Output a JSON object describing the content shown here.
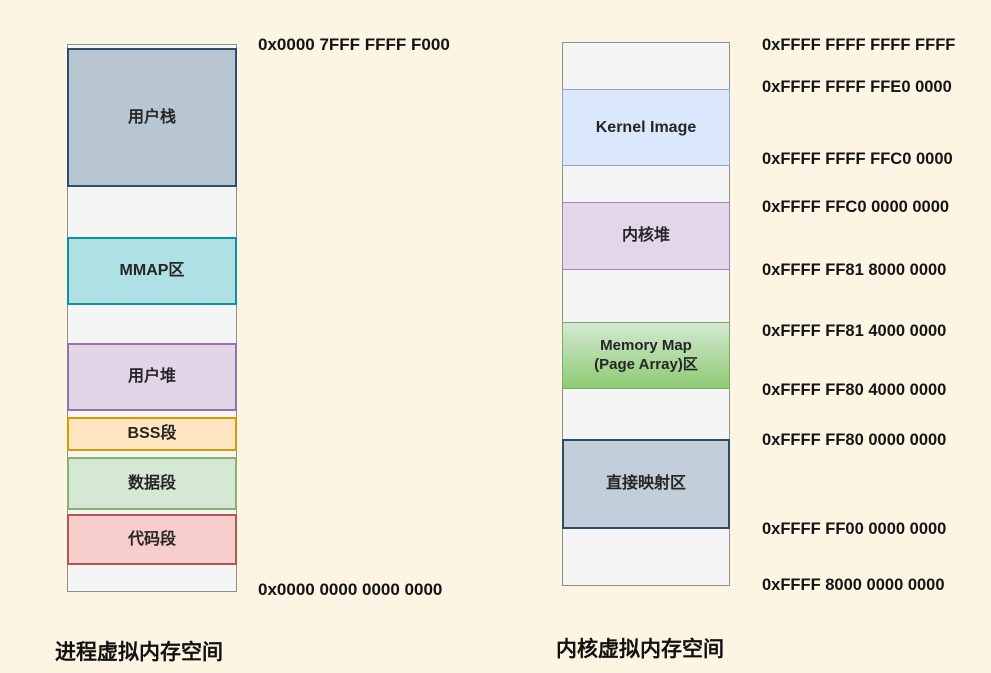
{
  "colors": {
    "background": "#fdf5e3",
    "column_fill": "#f5f5f5",
    "column_border": "#8f8f8f",
    "text": "#141414"
  },
  "left_diagram": {
    "caption": "进程虚拟内存空间",
    "top_address": "0x0000 7FFF FFFF F000",
    "bottom_address": "0x0000 0000 0000 0000",
    "segments": [
      {
        "label": "用户栈",
        "fill": "#b8c6d2",
        "border": "#2f4d6b"
      },
      {
        "label": "MMAP区",
        "fill": "#aee0e4",
        "border": "#10929a"
      },
      {
        "label": "用户堆",
        "fill": "#e1d5e7",
        "border": "#9673a6"
      },
      {
        "label": "BSS段",
        "fill": "#ffe6c1",
        "border": "#d79b00"
      },
      {
        "label": "数据段",
        "fill": "#d5e8d4",
        "border": "#82b366"
      },
      {
        "label": "代码段",
        "fill": "#f8cecc",
        "border": "#b85450"
      }
    ]
  },
  "right_diagram": {
    "caption": "内核虚拟内存空间",
    "segments": [
      {
        "label": "Kernel Image",
        "fill": "#dbe8fb",
        "border": "#8aa5cf"
      },
      {
        "label": "内核堆",
        "fill": "#e2d6e9",
        "border": "#a283b4"
      },
      {
        "label_line1": "Memory Map",
        "label_line2": "(Page Array)区",
        "fill": "linear-gradient(180deg,#d5e8d4 0%,#8ecb73 100%)",
        "border": "#7dab62"
      },
      {
        "label": "直接映射区",
        "fill": "#c2cfda",
        "border": "#2e4a66"
      }
    ],
    "addresses": [
      "0xFFFF FFFF FFFF FFFF",
      "0xFFFF FFFF FFE0 0000",
      "0xFFFF FFFF FFC0 0000",
      "0xFFFF FFC0 0000 0000",
      "0xFFFF FF81 8000 0000",
      "0xFFFF FF81 4000 0000",
      "0xFFFF FF80 4000 0000",
      "0xFFFF FF80 0000 0000",
      "0xFFFF FF00 0000 0000",
      "0xFFFF 8000 0000 0000"
    ]
  }
}
